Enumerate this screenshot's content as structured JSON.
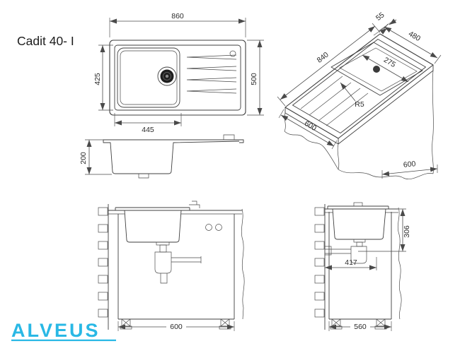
{
  "title": "Cadit 40- I",
  "brand": "ALVEUS",
  "colors": {
    "brand": "#29b8e5",
    "line": "#3f3f3f"
  },
  "views": {
    "top": {
      "overall_width": "860",
      "overall_depth": "500",
      "cutout_depth": "425",
      "bowl_width": "445"
    },
    "iso": {
      "rim_offset": "55",
      "top_depth": "480",
      "top_length": "840",
      "bowl_width": "275",
      "corner_radius": "R5",
      "cabinet_depth": "600",
      "cabinet_width": "600"
    },
    "section": {
      "bowl_depth": "200"
    },
    "install_front": {
      "cabinet_width": "600"
    },
    "install_side": {
      "outlet_height": "306",
      "outlet_offset": "417",
      "cabinet_width": "560"
    }
  }
}
